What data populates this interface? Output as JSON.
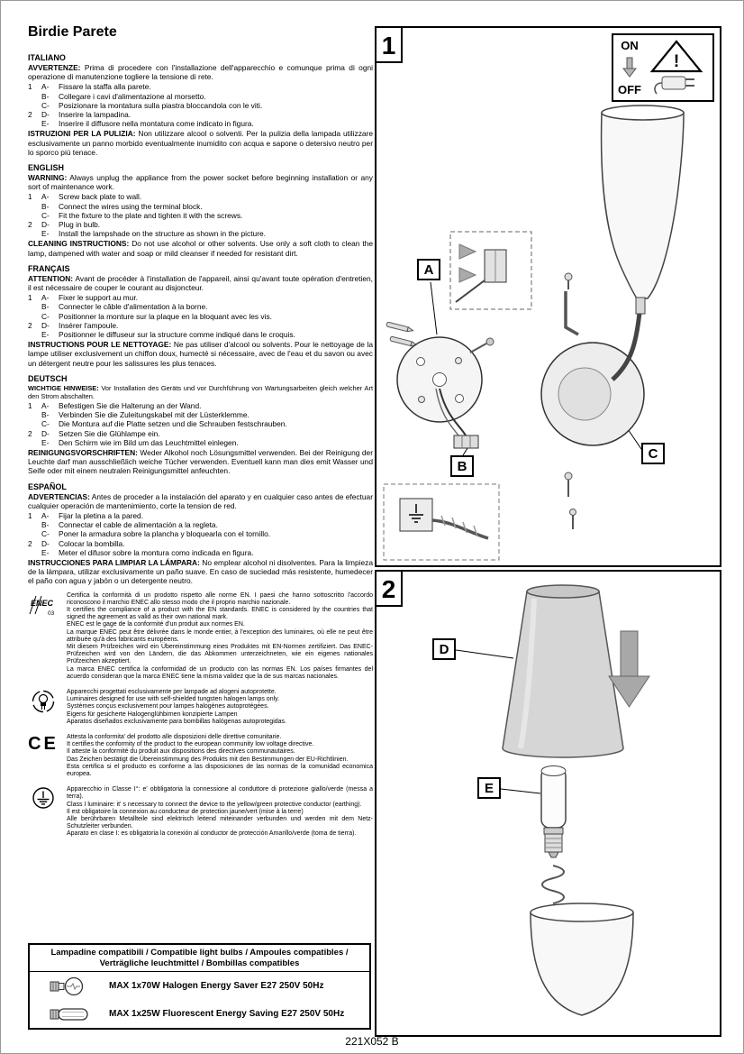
{
  "page": {
    "title": "Birdie Parete",
    "part_number": "221X052 B"
  },
  "marks": {
    "enec": "ENEC",
    "enec_num": "03",
    "ce": "CE",
    "warning": "!"
  },
  "sections": [
    {
      "lang": "ITALIANO",
      "warn_label": "AVVERTENZE:",
      "warn_text": "Prima di procedere con l'installazione dell'apparecchio e comunque prima di ogni operazione di manutenzione togliere la tensione di rete.",
      "steps": [
        {
          "n": "1",
          "l": "A-",
          "t": "Fissare la staffa alla parete."
        },
        {
          "n": "",
          "l": "B-",
          "t": "Collegare i cavi d'alimentazione al morsetto."
        },
        {
          "n": "",
          "l": "C-",
          "t": "Posizionare la montatura sulla piastra bloccandola con le viti."
        },
        {
          "n": "2",
          "l": "D-",
          "t": "Inserire la lampadina."
        },
        {
          "n": "",
          "l": "E-",
          "t": "Inserire il diffusore nella montatura come indicato in figura."
        }
      ],
      "clean_label": "ISTRUZIONI PER LA PULIZIA:",
      "clean_text": "Non utilizzare alcool o solventi. Per la pulizia della lampada utilizzare esclusivamente un panno morbido eventualmente inumidito con acqua e sapone o detersivo neutro per lo sporco più tenace."
    },
    {
      "lang": "ENGLISH",
      "warn_label": "WARNING:",
      "warn_text": "Always unplug the appliance from the power socket before beginning installation or any sort of maintenance work.",
      "steps": [
        {
          "n": "1",
          "l": "A-",
          "t": "Screw back plate to wall."
        },
        {
          "n": "",
          "l": "B-",
          "t": "Connect the wires using the terminal block."
        },
        {
          "n": "",
          "l": "C-",
          "t": "Fit the fixture to the plate and tighten it with the screws."
        },
        {
          "n": "2",
          "l": "D-",
          "t": "Plug in bulb."
        },
        {
          "n": "",
          "l": "E-",
          "t": "Install the lampshade on the structure as shown in the picture."
        }
      ],
      "clean_label": "CLEANING INSTRUCTIONS:",
      "clean_text": "Do not use alcohol or other solvents. Use only a soft cloth to clean the lamp, dampened with water and soap or mild cleanser if needed for resistant dirt."
    },
    {
      "lang": "FRANÇAIS",
      "warn_label": "ATTENTION:",
      "warn_text": "Avant de procéder à l'installation de l'appareil, ainsi qu'avant toute opération d'entretien, il est nécessaire de couper le courant au disjoncteur.",
      "steps": [
        {
          "n": "1",
          "l": "A-",
          "t": "Fixer le support au mur."
        },
        {
          "n": "",
          "l": "B-",
          "t": "Connecter le câble d'alimentation à la borne."
        },
        {
          "n": "",
          "l": "C-",
          "t": "Positionner la monture sur la plaque  en la bloquant avec les vis."
        },
        {
          "n": "2",
          "l": "D-",
          "t": "Insérer l'ampoule."
        },
        {
          "n": "",
          "l": "E-",
          "t": "Positionner le diffuseur sur la structure comme indiqué dans le croquis."
        }
      ],
      "clean_label": "INSTRUCTIONS POUR LE NETTOYAGE:",
      "clean_text": "Ne pas utiliser d'alcool ou solvents. Pour le nettoyage de la lampe utiliser exclusivement un chiffon doux, humecté si nécessaire, avec de l'eau et du savon ou avec un détergent neutre pour les salissures les plus tenaces."
    },
    {
      "lang": "DEUTSCH",
      "warn_label": "WICHTIGE HINWEISE:",
      "warn_text": "Vor Installation des Geräts und vor Durchführung von Wartungsarbeiten gleich welcher Art den Strom abschalten.",
      "steps": [
        {
          "n": "1",
          "l": "A-",
          "t": "Befestigen Sie die Halterung an der Wand."
        },
        {
          "n": "",
          "l": "B-",
          "t": "Verbinden Sie die Zuleitungskabel mit der Lüsterklemme."
        },
        {
          "n": "",
          "l": "C-",
          "t": "Die Montura  auf die Platte setzen und die Schrauben festschrauben."
        },
        {
          "n": "2",
          "l": "D-",
          "t": "Setzen Sie die Glühlampe ein."
        },
        {
          "n": "",
          "l": "E-",
          "t": "Den Schirm wie im Bild um das Leuchtmittel einlegen."
        }
      ],
      "clean_label": "REINIGUNGSVORSCHRIFTEN:",
      "clean_text": "Weder Alkohol noch Lösungsmittel verwenden. Bei der Reinigung der Leuchte darf man ausschließlich weiche Tücher verwenden. Eventuell kann man dies emit Wasser und Seife oder mit einem neutralen Reinigungsmittel anfeuchten."
    },
    {
      "lang": "ESPAÑOL",
      "warn_label": "ADVERTENCIAS:",
      "warn_text": "Antes de proceder a la instalación del aparato y en cualquier caso antes de efectuar cualquier operación de mantenimiento, corte la tension de red.",
      "steps": [
        {
          "n": "1",
          "l": "A-",
          "t": "Fijar la pletina a la pared."
        },
        {
          "n": "",
          "l": "B-",
          "t": "Connectar el cable de alimentación a la regleta."
        },
        {
          "n": "",
          "l": "C-",
          "t": "Poner la armadura sobre la plancha y bloquearla con el tornillo."
        },
        {
          "n": "2",
          "l": "D-",
          "t": "Colocar la bombilla."
        },
        {
          "n": "",
          "l": "E-",
          "t": "Meter el difusor sobre la montura como indicada en figura."
        }
      ],
      "clean_label": "INSTRUCCIONES PARA LIMPIAR LA LÁMPARA:",
      "clean_text": "No emplear alcohol ni disolventes. Para la limpieza de la lámpara, utilizar exclusivamente un paño suave. En caso de suciedad más resistente, humedecer el paño con agua y jabón o un detergente neutro."
    }
  ],
  "notes": [
    {
      "icon": "enec-mark",
      "lines": [
        "Certifica la conformità di un prodotto rispetto alle norme EN. I paesi che hanno sottoscritto l'accordo riconoscono il marchio ENEC allo stesso modo che il proprio marchio nazionale.",
        "It certifies the compliance of a product with the EN standards. ENEC is considered by the countries that signed the agreement as valid as their own national mark.",
        "ENEC est le gage de la conformité d'un produit aux normes EN.",
        "La marque ENEC peut être délivrée dans le monde entier, à l'exception des luminaires, où elle ne peut être attribuée qu'à des fabricants européens.",
        "Mit diesem Prüfzeichen wird ein Übereinstimmung eines Produktes mit EN-Normen zertifiziert. Das ENEC-Prüfzeichen wird von den Ländern, die das Abkommen unterzeichneten, wie ein eigenes nationales Prüfzeichen akzeptiert.",
        "La marca ENEC certifica la conformidad de un producto con las normas EN. Los países firmantes del acuerdo consideran que la marca ENEC tiene la misma validez que la de sus marcas nacionales."
      ]
    },
    {
      "icon": "halogen-lamp-mark",
      "lines": [
        "Apparecchi progettati esclusivamente per lampade ad alogeni autoprotette.",
        "Luminaires designed for use with self-shielded tungsten halogen lamps only.",
        "Systèmes conçus exclusivement pour lampes halogènes autoprotégées.",
        "Eigens für gesicherte Halogenglühbirnen konzipierte Lampen",
        "Aparatos diseñados exclusivamente para bombillas halógenas autoprotegidas."
      ]
    },
    {
      "icon": "ce-mark",
      "lines": [
        "Attesta la conformita' del prodotto alle disposizioni delle direttive comunitarie.",
        "It certifies the conformity of the product to the european community low voltage directive.",
        "Il atteste la conformité du produit aux dispositions des directives communautaires.",
        "Das Zeichen bestätigt die Übereinstimmung des Produkts mit den Bestimmungen der EU-Richtlinien.",
        "Esta certifica si el producto es conforme a las disposiciones de las normas de la comunidad economica europea."
      ]
    },
    {
      "icon": "earth-class1-mark",
      "lines": [
        "Apparecchio in Classe I°: e' obbligatoria la connessione al conduttore di protezione giallo/verde (messa a terra).",
        "Class I luminaire: it' s necessary to connect the device to the yellow/green protective  conductor (earthing).",
        "Il est obligatoire la connexion au conducteur de protection jaune/vert (mise à la terre)",
        "Alle berührbaren Metallteile sind elektrisch leitend miteinander verbunden und werden mit dem Netz-Schutzleiter verbunden.",
        "Aparato en clase I: es obligatoria la conexión al conductor de protección Amarillo/verde (toma de tierra)."
      ]
    }
  ],
  "panel1": {
    "number": "1",
    "on_label": "ON",
    "off_label": "OFF",
    "labels": {
      "a": "A",
      "b": "B",
      "c": "C"
    }
  },
  "panel2": {
    "number": "2",
    "labels": {
      "d": "D",
      "e": "E"
    }
  },
  "bulb_table": {
    "header_line1": "Lampadine compatibili / Compatible light bulbs / Ampoules compatibles /",
    "header_line2": "Verträgliche leuchtmittel / Bombillas compatibles",
    "rows": [
      {
        "icon": "halogen-bulb-icon",
        "text": "MAX 1x70W Halogen Energy Saver E27 250V 50Hz"
      },
      {
        "icon": "fluorescent-bulb-icon",
        "text": "MAX 1x25W Fluorescent Energy Saving E27 250V 50Hz"
      }
    ]
  }
}
